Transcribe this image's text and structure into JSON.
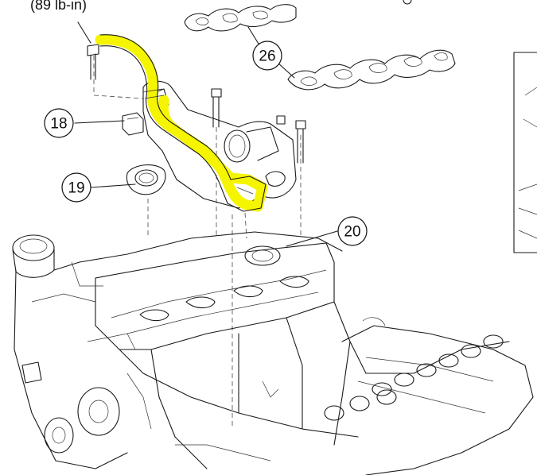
{
  "torque_label": "(89 lb-in)",
  "callouts": {
    "c26": "26",
    "c18": "18",
    "c19": "19",
    "c20": "20"
  },
  "highlight_color": "#f5f500"
}
